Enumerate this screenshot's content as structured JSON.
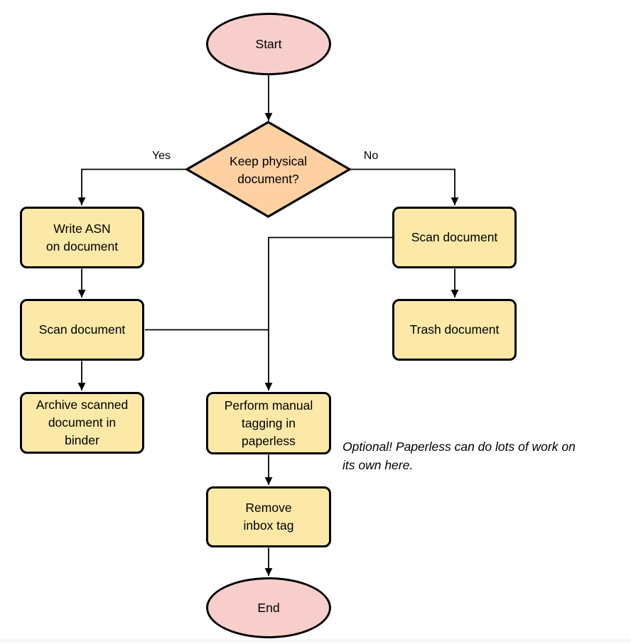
{
  "flowchart": {
    "nodes": {
      "start": {
        "label": "Start",
        "type": "terminal"
      },
      "decision": {
        "label": "Keep physical\ndocument?",
        "type": "decision"
      },
      "write_asn": {
        "label": "Write ASN\non document",
        "type": "process"
      },
      "scan_document_left": {
        "label": "Scan document",
        "type": "process"
      },
      "archive_binder": {
        "label": "Archive scanned\ndocument in\nbinder",
        "type": "process"
      },
      "scan_document_right": {
        "label": "Scan document",
        "type": "process"
      },
      "trash_document": {
        "label": "Trash document",
        "type": "process"
      },
      "manual_tagging": {
        "label": "Perform manual\ntagging in\npaperless",
        "type": "process"
      },
      "remove_inbox_tag": {
        "label": "Remove\ninbox tag",
        "type": "process"
      },
      "end": {
        "label": "End",
        "type": "terminal"
      }
    },
    "edge_labels": {
      "yes": "Yes",
      "no": "No"
    },
    "annotation": "Optional! Paperless can do lots of work on\nits own here.",
    "colors": {
      "terminal_fill": "#f8cecc",
      "decision_fill": "#fed0a2",
      "process_fill": "#fce9a8",
      "stroke": "#000000",
      "background": "#ffffff"
    }
  }
}
